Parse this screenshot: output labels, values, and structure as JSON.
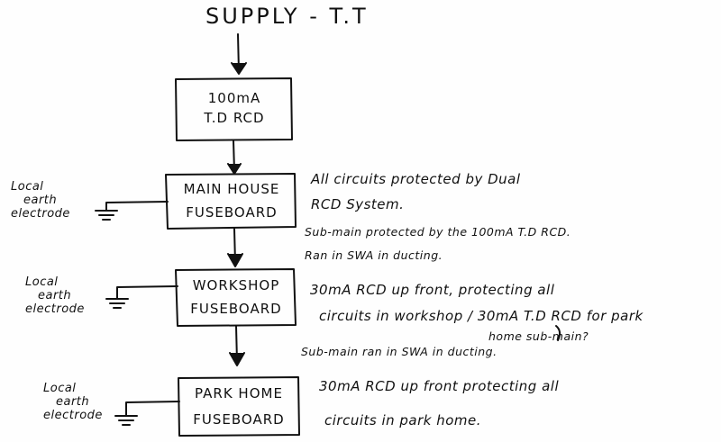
{
  "title": "SUPPLY - T.T",
  "boxes": {
    "rcd": {
      "line1": "100mA",
      "line2": "T.D RCD"
    },
    "main_house": {
      "line1": "MAIN HOUSE",
      "line2": "FUSEBOARD"
    },
    "workshop": {
      "line1": "WORKSHOP",
      "line2": "FUSEBOARD"
    },
    "park_home": {
      "line1": "PARK HOME",
      "line2": "FUSEBOARD"
    }
  },
  "earth_labels": {
    "main_house": [
      "Local",
      "earth",
      "electrode"
    ],
    "workshop": [
      "Local",
      "earth",
      "electrode"
    ],
    "park_home": [
      "Local",
      "earth",
      "electrode"
    ]
  },
  "notes": {
    "main_house_1": "All circuits protected by Dual",
    "main_house_2": "RCD System.",
    "submain_1a": "Sub-main protected by the 100mA T.D RCD.",
    "submain_1b": "Ran in SWA in ducting.",
    "workshop_1": "30mA RCD up front, protecting all",
    "workshop_2": "circuits in workshop / 30mA T.D RCD for park",
    "workshop_3": "home sub-main?",
    "submain_2": "Sub-main ran in SWA in ducting.",
    "park_home_1": "30mA RCD up front protecting all",
    "park_home_2": "circuits in park home."
  },
  "colors": {
    "ink": "#111111",
    "paper": "#fefefe"
  }
}
